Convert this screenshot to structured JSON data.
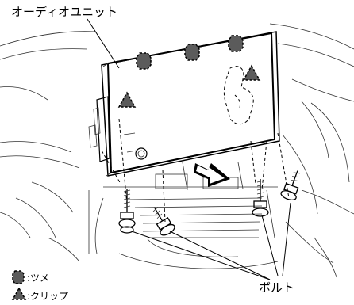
{
  "labels": {
    "audio_unit": "オーディオユニット",
    "bolt": "ボルト"
  },
  "legend": {
    "claw": ":ツメ",
    "clip": ":クリップ"
  },
  "icons": {
    "claw_marker": "dashed-octagon",
    "clip_marker": "dashed-triangle",
    "removal_arrow": "arrow"
  },
  "colors": {
    "marker_fill": "#5b5b5b",
    "line": "#000000"
  }
}
